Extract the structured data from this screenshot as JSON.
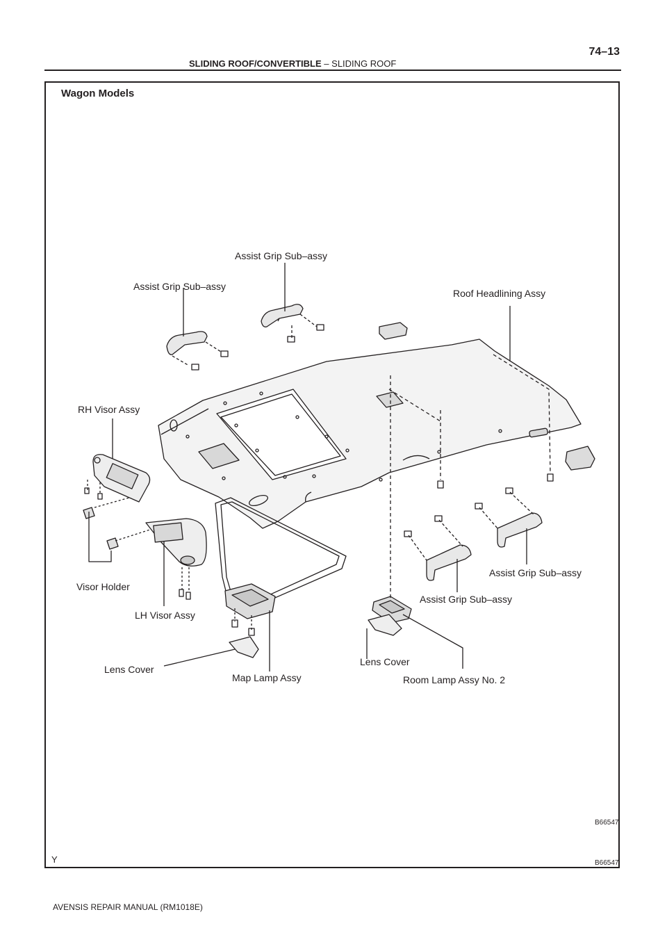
{
  "header": {
    "section": "SLIDING ROOF/CONVERTIBLE",
    "separator": "–",
    "subsection": "SLIDING ROOF",
    "page_number": "74–13"
  },
  "figure": {
    "model_title": "Wagon Models",
    "labels": {
      "assist_grip_top": "Assist Grip Sub–assy",
      "assist_grip_left": "Assist Grip Sub–assy",
      "roof_headlining": "Roof Headlining Assy",
      "rh_visor": "RH Visor Assy",
      "visor_holder": "Visor Holder",
      "lh_visor": "LH Visor Assy",
      "lens_cover_left": "Lens Cover",
      "map_lamp": "Map Lamp Assy",
      "assist_grip_right": "Assist Grip Sub–assy",
      "assist_grip_mid": "Assist Grip Sub–assy",
      "lens_cover_right": "Lens Cover",
      "room_lamp": "Room Lamp Assy No. 2"
    },
    "code_inner": "B66547",
    "code_outer": "B66547",
    "corner_mark": "Y"
  },
  "footer": {
    "manual": "AVENSIS REPAIR MANUAL   (RM1018E)"
  }
}
